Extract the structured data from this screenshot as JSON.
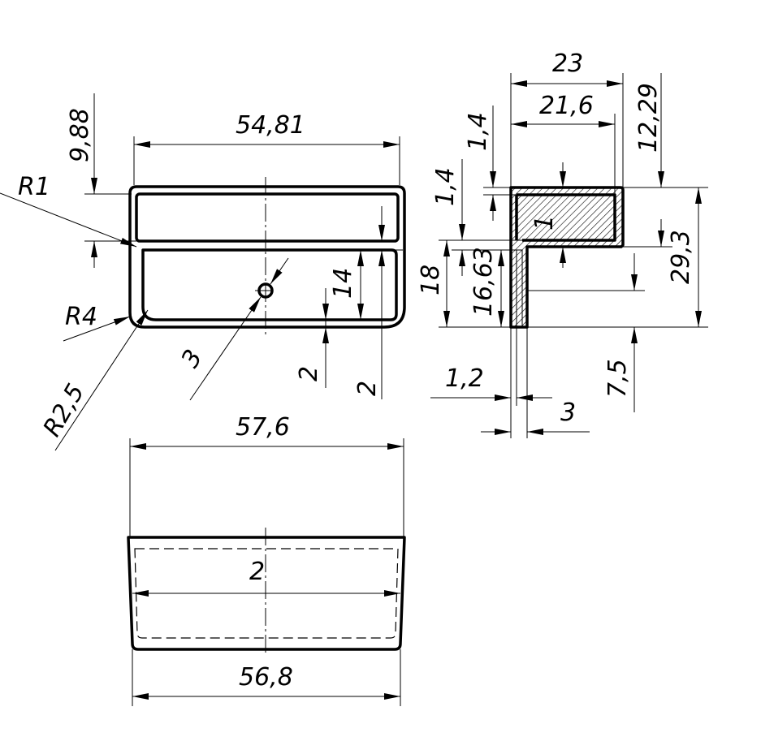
{
  "labels": {
    "d_9_88": "9,88",
    "d_54_81": "54,81",
    "d_r1": "R1",
    "d_r4": "R4",
    "d_r2_5": "R2,5",
    "d_hole": "3",
    "d_14": "14",
    "d_2a": "2",
    "d_2b": "2",
    "d_23": "23",
    "d_21_6": "21,6",
    "d_1_4a": "1,4",
    "d_1_4b": "1,4",
    "d_12_29": "12,29",
    "d_1": "1",
    "d_29_3": "29,3",
    "d_18": "18",
    "d_16_63": "16,63",
    "d_7_5": "7,5",
    "d_1_2": "1,2",
    "d_3": "3",
    "d_57_6": "57,6",
    "d_2_bottom": "2",
    "d_56_8": "56,8"
  }
}
